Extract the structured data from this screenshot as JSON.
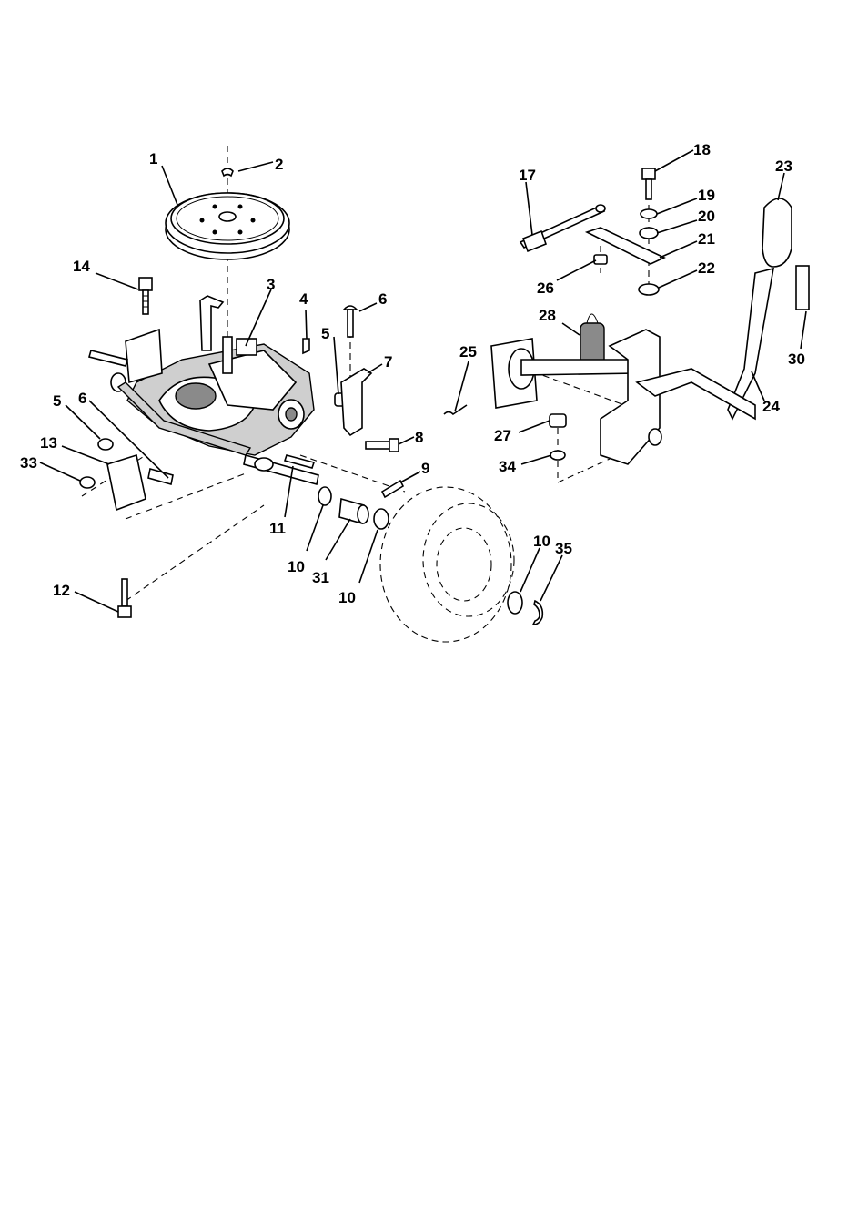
{
  "callouts": [
    {
      "id": "c1",
      "text": "1"
    },
    {
      "id": "c2",
      "text": "2"
    },
    {
      "id": "c3",
      "text": "3"
    },
    {
      "id": "c4",
      "text": "4"
    },
    {
      "id": "c5a",
      "text": "5"
    },
    {
      "id": "c5b",
      "text": "5"
    },
    {
      "id": "c6a",
      "text": "6"
    },
    {
      "id": "c6b",
      "text": "6"
    },
    {
      "id": "c7",
      "text": "7"
    },
    {
      "id": "c8",
      "text": "8"
    },
    {
      "id": "c9",
      "text": "9"
    },
    {
      "id": "c10a",
      "text": "10"
    },
    {
      "id": "c10b",
      "text": "10"
    },
    {
      "id": "c10c",
      "text": "10"
    },
    {
      "id": "c11",
      "text": "11"
    },
    {
      "id": "c12",
      "text": "12"
    },
    {
      "id": "c13",
      "text": "13"
    },
    {
      "id": "c14",
      "text": "14"
    },
    {
      "id": "c17",
      "text": "17"
    },
    {
      "id": "c18",
      "text": "18"
    },
    {
      "id": "c19",
      "text": "19"
    },
    {
      "id": "c20",
      "text": "20"
    },
    {
      "id": "c21",
      "text": "21"
    },
    {
      "id": "c22",
      "text": "22"
    },
    {
      "id": "c23",
      "text": "23"
    },
    {
      "id": "c24",
      "text": "24"
    },
    {
      "id": "c25",
      "text": "25"
    },
    {
      "id": "c26",
      "text": "26"
    },
    {
      "id": "c27",
      "text": "27"
    },
    {
      "id": "c28",
      "text": "28"
    },
    {
      "id": "c30",
      "text": "30"
    },
    {
      "id": "c31",
      "text": "31"
    },
    {
      "id": "c33",
      "text": "33"
    },
    {
      "id": "c34",
      "text": "34"
    },
    {
      "id": "c35",
      "text": "35"
    }
  ]
}
